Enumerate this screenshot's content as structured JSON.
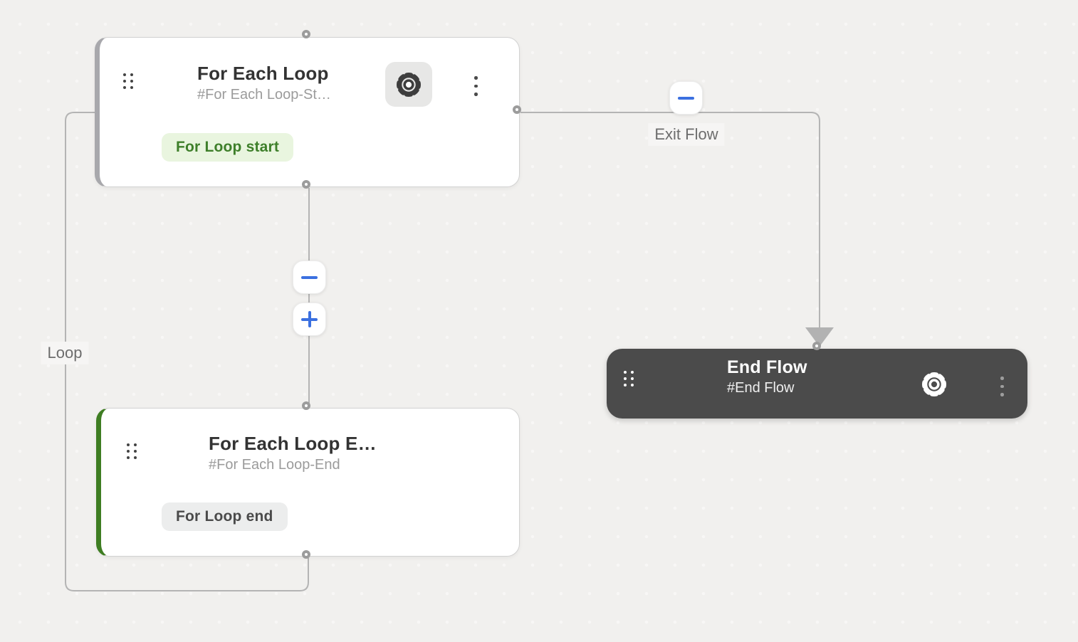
{
  "canvas": {
    "background": "#f1f0ee",
    "wire_labels": {
      "loop": "Loop",
      "exit_flow": "Exit Flow"
    }
  },
  "nodes": {
    "for_each_start": {
      "title": "For Each Loop",
      "subtitle": "#For Each Loop-St…",
      "badge": "For Loop start",
      "badge_text_color": "#3e7f2a",
      "badge_bg_color": "#e9f5df",
      "accent_color": "#a8a8ac",
      "icon": "for-each-loop-icon"
    },
    "for_each_end": {
      "title": "For Each Loop E…",
      "subtitle": "#For Each Loop-End",
      "badge": "For Loop end",
      "badge_text_color": "#4a4a4a",
      "badge_bg_color": "#eceded",
      "accent_color": "#3e7d22",
      "icon": "for-each-loop-icon"
    },
    "end_flow": {
      "title": "End Flow",
      "subtitle": "#End Flow",
      "bg_color": "#4b4b4b",
      "icon": "flag-icon"
    }
  },
  "icons": {
    "drag_handle": "drag-handle-icon",
    "settings": "gear-icon",
    "more": "kebab-menu-icon",
    "remove": "minus-icon",
    "add": "plus-icon",
    "loop_glyph": "for-each-loop-icon",
    "flag_glyph": "flag-icon",
    "arrowhead": "arrowhead-down-icon"
  },
  "colors": {
    "wire": "#b4b4b4",
    "action_blue": "#3b70e0",
    "green_accent": "#3e7d22",
    "gray_accent": "#a8a8ac",
    "endflow_bg": "#4b4b4b",
    "port_ring": "#9c9c9c"
  }
}
